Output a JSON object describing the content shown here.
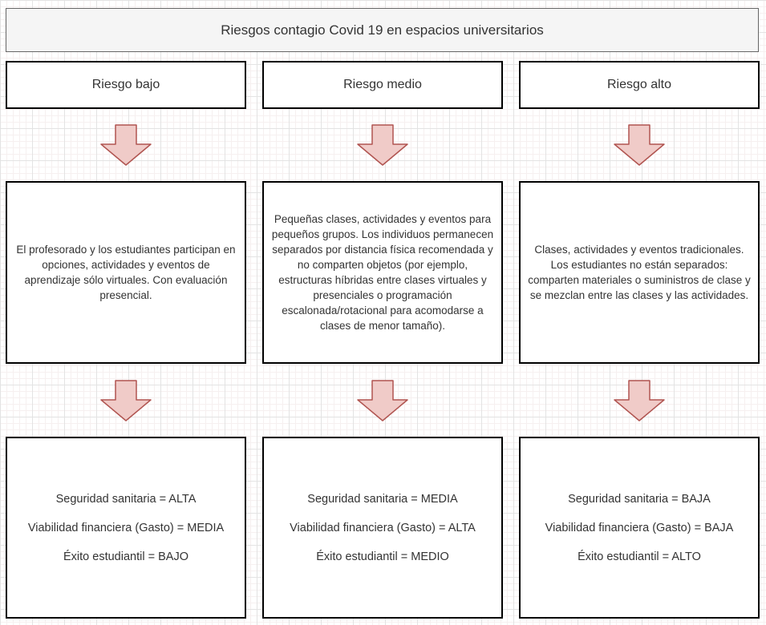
{
  "title": "Riesgos contagio Covid 19 en espacios universitarios",
  "colors": {
    "arrow_fill": "#f0cbc8",
    "arrow_stroke": "#b05450",
    "title_bg": "#f5f5f5",
    "title_border": "#666666",
    "box_border": "#000000",
    "text": "#333333"
  },
  "columns": [
    {
      "header": "Riesgo bajo",
      "description": "El profesorado y los estudiantes participan en opciones, actividades y eventos de aprendizaje sólo virtuales. Con evaluación presencial.",
      "outcomes": [
        "Seguridad sanitaria = ALTA",
        "Viabilidad financiera (Gasto) = MEDIA",
        "Éxito estudiantil = BAJO"
      ]
    },
    {
      "header": "Riesgo medio",
      "description": "Pequeñas clases, actividades y eventos para pequeños grupos. Los individuos permanecen separados por distancia física recomendada y no comparten objetos (por ejemplo, estructuras híbridas entre clases virtuales y presenciales o programación escalonada/rotacional para acomodarse a clases de menor tamaño).",
      "outcomes": [
        "Seguridad sanitaria = MEDIA",
        "Viabilidad financiera (Gasto) = ALTA",
        "Éxito estudiantil = MEDIO"
      ]
    },
    {
      "header": "Riesgo alto",
      "description": "Clases, actividades y eventos tradicionales. Los estudiantes no están separados: comparten materiales o suministros de clase y se mezclan entre las clases y las actividades.",
      "outcomes": [
        "Seguridad sanitaria = BAJA",
        "Viabilidad financiera (Gasto) = BAJA",
        "Éxito estudiantil = ALTO"
      ]
    }
  ]
}
